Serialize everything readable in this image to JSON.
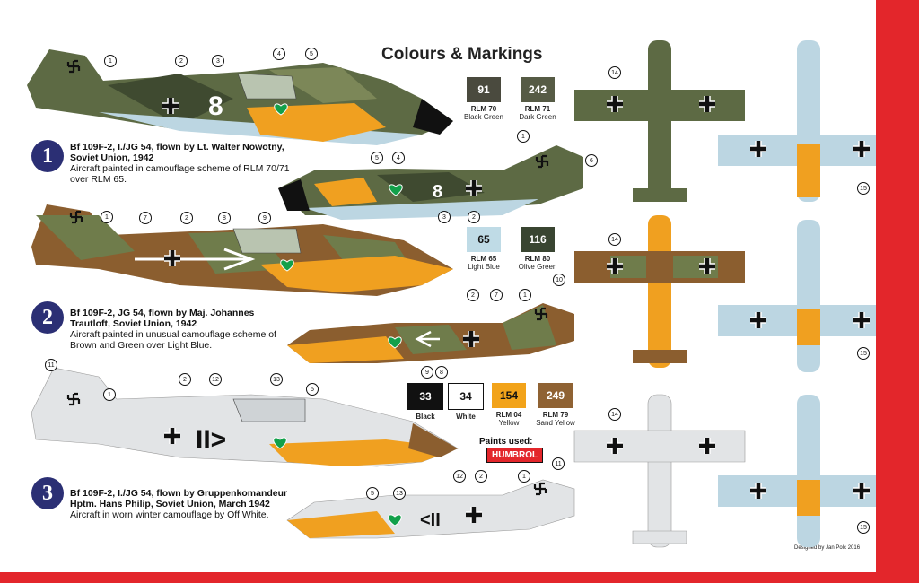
{
  "header": {
    "title": "Colours & Markings"
  },
  "swatches_top": [
    {
      "code": "91",
      "name_line1": "RLM 70",
      "name_line2": "Black Green",
      "color": "#4a4a3e",
      "text_color": "#ffffff"
    },
    {
      "code": "242",
      "name_line1": "RLM 71",
      "name_line2": "Dark Green",
      "color": "#565b45",
      "text_color": "#ffffff"
    }
  ],
  "swatches_mid": [
    {
      "code": "65",
      "name_line1": "RLM 65",
      "name_line2": "Light Blue",
      "color": "#bfdbe6",
      "text_color": "#111111"
    },
    {
      "code": "116",
      "name_line1": "RLM 80",
      "name_line2": "Olive Green",
      "color": "#394531",
      "text_color": "#ffffff"
    }
  ],
  "swatches_bottom": [
    {
      "code": "33",
      "name_line1": "Black",
      "name_line2": "",
      "color": "#111111",
      "text_color": "#ffffff"
    },
    {
      "code": "34",
      "name_line1": "White",
      "name_line2": "",
      "color": "#ffffff",
      "text_color": "#111111"
    },
    {
      "code": "154",
      "name_line1": "RLM 04",
      "name_line2": "Yellow",
      "color": "#f2a31a",
      "text_color": "#111111"
    },
    {
      "code": "249",
      "name_line1": "RLM 79",
      "name_line2": "Sand Yellow",
      "color": "#8f6233",
      "text_color": "#ffffff"
    }
  ],
  "schemes": [
    {
      "number": "1",
      "title": "Bf 109F-2, I./JG 54, flown by Lt. Walter Nowotny, Soviet Union, 1942",
      "text": "Aircraft painted in camouflage scheme of RLM 70/71 over RLM 65."
    },
    {
      "number": "2",
      "title": "Bf 109F-2, JG 54, flown by Maj. Johannes Trautloft, Soviet Union, 1942",
      "text": "Aircraft painted in unusual camouflage scheme of Brown and Green over Light Blue."
    },
    {
      "number": "3",
      "title": "Bf 109F-2, I./JG 54, flown by Gruppenkomandeur Hptm. Hans Philip, Soviet Union, March 1942",
      "text": "Aircraft in worn winter camouflage by Off White."
    }
  ],
  "paints": {
    "label": "Paints used:",
    "brand": "HUMBROL"
  },
  "credits": {
    "designed": "Designed by Jan Polc 2016",
    "signature": "Jan Polc"
  },
  "callouts": {
    "s1_top": [
      "1",
      "2",
      "3",
      "4",
      "5"
    ],
    "s1_side": [
      "1",
      "6",
      "5",
      "4",
      "3",
      "2"
    ],
    "s2_top": [
      "1",
      "7",
      "2",
      "8",
      "9"
    ],
    "s2_side": [
      "2",
      "7",
      "1",
      "10",
      "9",
      "8"
    ],
    "s3_top": [
      "11",
      "1",
      "2",
      "12",
      "13",
      "5"
    ],
    "s3_side": [
      "12",
      "2",
      "1",
      "11",
      "5",
      "13"
    ],
    "planform": [
      "14",
      "15",
      "14",
      "15",
      "14",
      "15"
    ]
  },
  "colors": {
    "dark_green": "#4d5a3c",
    "mid_green": "#6f7c4b",
    "light_blue": "#bcd6e2",
    "yellow": "#f0a020",
    "brown": "#8b5e2f",
    "white_grey": "#e2e4e6",
    "green_heart": "#12a04a",
    "accent_red": "#e3262b",
    "badge_blue": "#2b2f74"
  }
}
